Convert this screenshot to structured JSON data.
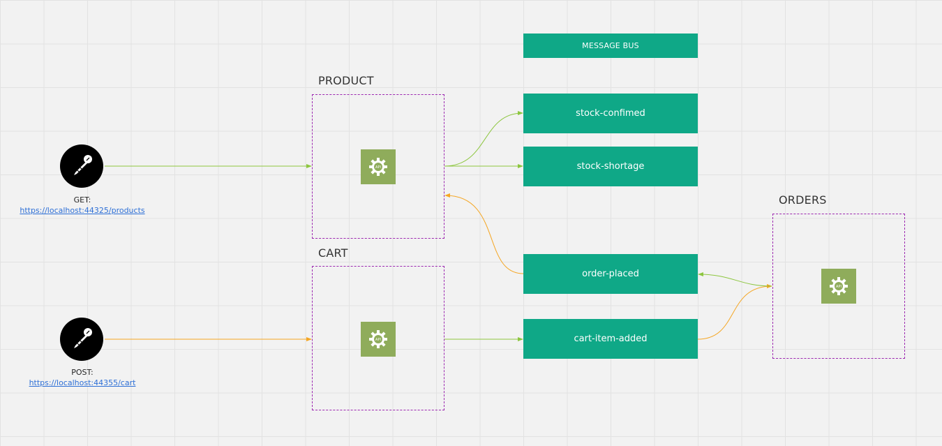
{
  "services": {
    "product": {
      "title": "PRODUCT"
    },
    "cart": {
      "title": "CART"
    },
    "orders": {
      "title": "ORDERS"
    }
  },
  "api_icon": {
    "icon": "gear-api-icon",
    "text": "API",
    "color": "#8fac5b"
  },
  "message_bus": {
    "label": "MESSAGE BUS"
  },
  "topics": {
    "stock_confirmed": "stock-confimed",
    "stock_shortage": "stock-shortage",
    "order_placed": "order-placed",
    "cart_item_added": "cart-item-added"
  },
  "clients": {
    "get": {
      "method": "GET:",
      "url": "https://localhost:44325/products",
      "icon": "postman-icon"
    },
    "post": {
      "method": "POST:",
      "url": "https://localhost:44355/cart",
      "icon": "postman-icon"
    }
  },
  "colors": {
    "topic": "#0fa887",
    "service_border": "#9c27b0",
    "green_arrow": "#8dc63f",
    "orange_arrow": "#f5a623",
    "link": "#2d6fd6"
  }
}
